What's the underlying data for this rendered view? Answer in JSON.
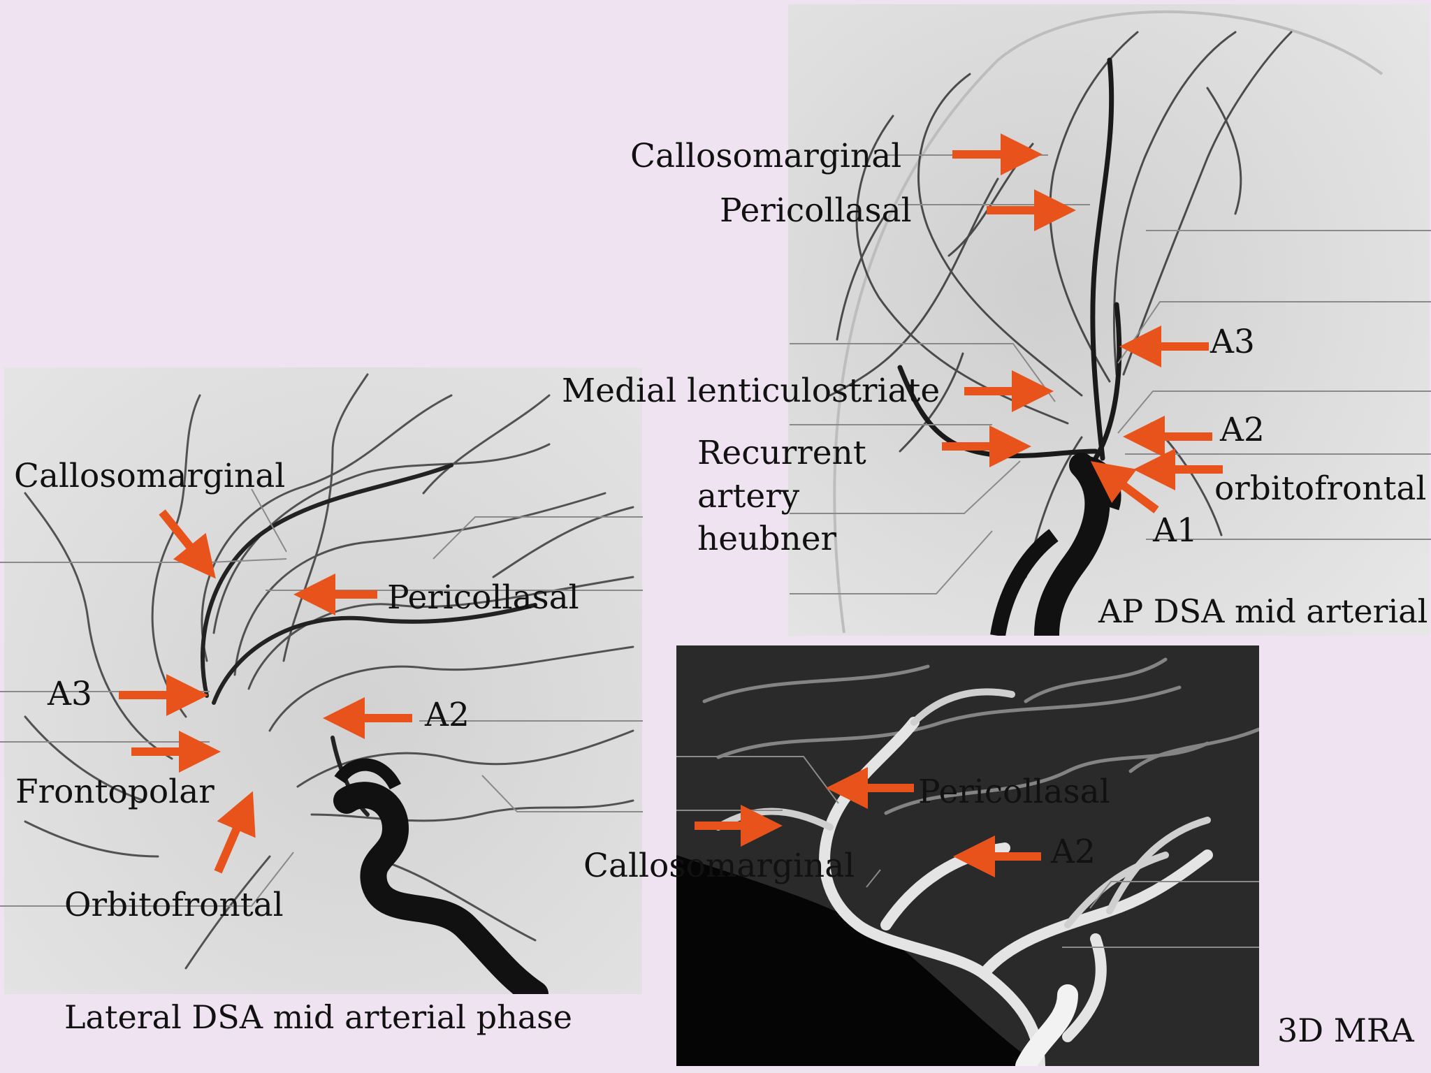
{
  "panels": {
    "lateral": {
      "caption": "Lateral DSA mid arterial phase",
      "labels": {
        "callosomarginal": "Callosomarginal",
        "pericollasal": "Pericollasal",
        "a3": "A3",
        "a2": "A2",
        "frontopolar": "Frontopolar",
        "orbitofrontal": "Orbitofrontal"
      }
    },
    "ap": {
      "caption": "AP DSA mid arterial",
      "labels": {
        "callosomarginal": "Callosomarginal",
        "pericollasal": "Pericollasal",
        "medial_lenticulostriate": "Medial lenticulostriate",
        "recurrent_artery_heubner": [
          "Recurrent",
          "artery",
          "heubner"
        ],
        "a3": "A3",
        "a2": "A2",
        "orbitofrontal": "orbitofrontal",
        "a1": "A1"
      }
    },
    "mra": {
      "caption": "3D MRA",
      "labels": {
        "pericollasal": "Pericollasal",
        "callosomarginal": "Callosomarginal",
        "a2": "A2"
      }
    }
  },
  "colors": {
    "background": "#efe3f1",
    "arrow": "#e8531b",
    "angio_bg": "#d9d9d9",
    "mra_bg": "#2a2a2a"
  }
}
